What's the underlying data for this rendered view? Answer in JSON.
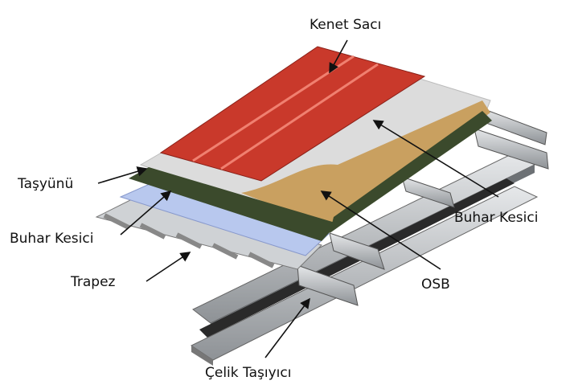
{
  "title": "Roof layer cross-section",
  "labels": {
    "kenet_saci": "Kenet Sacı",
    "tasyunu": "Taşyünü",
    "buhar_kesici_left": "Buhar Kesici",
    "trapez": "Trapez",
    "celik_tasiyici": "Çelik Taşıyıcı",
    "buhar_kesici_right": "Buhar Kesici",
    "osb": "OSB"
  },
  "colors": {
    "seam_sheet": "#c9392b",
    "vapor_barrier": "#dcdcdc",
    "insulation": "#3b4a2c",
    "osb": "#c9a060",
    "trapez_film": "#b8c8ee",
    "steel": "#b8bcc0"
  }
}
